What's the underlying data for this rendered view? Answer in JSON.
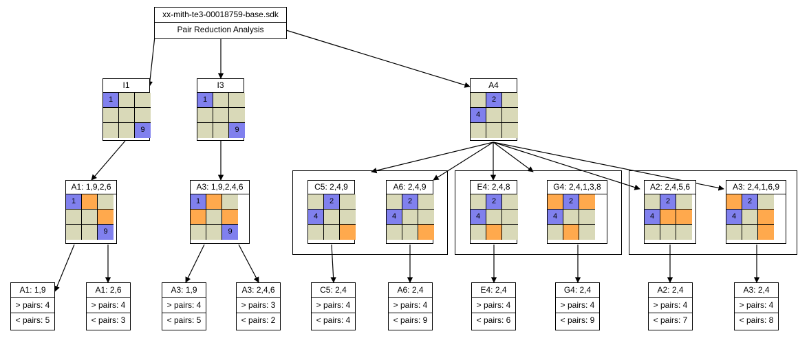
{
  "root": {
    "filename": "xx-mith-te3-00018759-base.sdk",
    "title": "Pair Reduction Analysis"
  },
  "level1": [
    {
      "id": "I1",
      "label": "I1",
      "cells": [
        [
          "1",
          "b"
        ],
        [
          "",
          ""
        ],
        [
          "",
          ""
        ],
        [
          "",
          ""
        ],
        [
          "",
          ""
        ],
        [
          "",
          ""
        ],
        [
          "",
          ""
        ],
        [
          "",
          ""
        ],
        [
          "9",
          "b"
        ]
      ]
    },
    {
      "id": "I3",
      "label": "I3",
      "cells": [
        [
          "1",
          "b"
        ],
        [
          "",
          ""
        ],
        [
          "",
          ""
        ],
        [
          "",
          ""
        ],
        [
          "",
          ""
        ],
        [
          "",
          ""
        ],
        [
          "",
          ""
        ],
        [
          "",
          ""
        ],
        [
          "9",
          "b"
        ]
      ]
    },
    {
      "id": "A4",
      "label": "A4",
      "cells": [
        [
          "",
          ""
        ],
        [
          "2",
          "b"
        ],
        [
          "",
          ""
        ],
        [
          "4",
          "b"
        ],
        [
          "",
          ""
        ],
        [
          "",
          ""
        ],
        [
          "",
          ""
        ],
        [
          "",
          ""
        ],
        [
          "",
          ""
        ]
      ]
    }
  ],
  "level2": [
    {
      "id": "A1",
      "label": "A1: 1,9,2,6",
      "cells": [
        [
          "1",
          "b"
        ],
        [
          "",
          "o"
        ],
        [
          "",
          ""
        ],
        [
          "",
          ""
        ],
        [
          "",
          ""
        ],
        [
          "",
          "o"
        ],
        [
          "",
          ""
        ],
        [
          "",
          ""
        ],
        [
          "9",
          "b"
        ]
      ]
    },
    {
      "id": "A3a",
      "label": "A3: 1,9,2,4,6",
      "cells": [
        [
          "1",
          "b"
        ],
        [
          "",
          "o"
        ],
        [
          "",
          ""
        ],
        [
          "",
          "o"
        ],
        [
          "",
          ""
        ],
        [
          "",
          "o"
        ],
        [
          "",
          ""
        ],
        [
          "",
          ""
        ],
        [
          "9",
          "b"
        ]
      ]
    },
    {
      "id": "C5",
      "label": "C5: 2,4,9",
      "cells": [
        [
          "",
          ""
        ],
        [
          "2",
          "b"
        ],
        [
          "",
          ""
        ],
        [
          "4",
          "b"
        ],
        [
          "",
          ""
        ],
        [
          "",
          ""
        ],
        [
          "",
          ""
        ],
        [
          "",
          ""
        ],
        [
          "",
          "o"
        ]
      ]
    },
    {
      "id": "A6",
      "label": "A6: 2,4,9",
      "cells": [
        [
          "",
          ""
        ],
        [
          "2",
          "b"
        ],
        [
          "",
          ""
        ],
        [
          "4",
          "b"
        ],
        [
          "",
          ""
        ],
        [
          "",
          ""
        ],
        [
          "",
          ""
        ],
        [
          "",
          ""
        ],
        [
          "",
          "o"
        ]
      ]
    },
    {
      "id": "E4",
      "label": "E4: 2,4,8",
      "cells": [
        [
          "",
          ""
        ],
        [
          "2",
          "b"
        ],
        [
          "",
          ""
        ],
        [
          "4",
          "b"
        ],
        [
          "",
          ""
        ],
        [
          "",
          ""
        ],
        [
          "",
          ""
        ],
        [
          "",
          "o"
        ],
        [
          "",
          ""
        ]
      ]
    },
    {
      "id": "G4",
      "label": "G4: 2,4,1,3,8",
      "cells": [
        [
          "",
          "o"
        ],
        [
          "2",
          "b"
        ],
        [
          "",
          "o"
        ],
        [
          "4",
          "b"
        ],
        [
          "",
          ""
        ],
        [
          "",
          ""
        ],
        [
          "",
          ""
        ],
        [
          "",
          "o"
        ],
        [
          "",
          ""
        ]
      ]
    },
    {
      "id": "A2",
      "label": "A2: 2,4,5,6",
      "cells": [
        [
          "",
          ""
        ],
        [
          "2",
          "b"
        ],
        [
          "",
          ""
        ],
        [
          "4",
          "b"
        ],
        [
          "",
          "o"
        ],
        [
          "",
          "o"
        ],
        [
          "",
          ""
        ],
        [
          "",
          ""
        ],
        [
          "",
          ""
        ]
      ]
    },
    {
      "id": "A3b",
      "label": "A3: 2,4,1,6,9",
      "cells": [
        [
          "",
          "o"
        ],
        [
          "2",
          "b"
        ],
        [
          "",
          ""
        ],
        [
          "4",
          "b"
        ],
        [
          "",
          ""
        ],
        [
          "",
          "o"
        ],
        [
          "",
          ""
        ],
        [
          "",
          ""
        ],
        [
          "",
          "o"
        ]
      ]
    }
  ],
  "leaves": [
    {
      "id": "L1",
      "title": "A1: 1,9",
      "gt": "> pairs: 4",
      "lt": "< pairs: 5"
    },
    {
      "id": "L2",
      "title": "A1: 2,6",
      "gt": "> pairs: 4",
      "lt": "< pairs: 3"
    },
    {
      "id": "L3",
      "title": "A3: 1,9",
      "gt": "> pairs: 4",
      "lt": "< pairs: 5"
    },
    {
      "id": "L4",
      "title": "A3: 2,4,6",
      "gt": "> pairs: 3",
      "lt": "< pairs: 2"
    },
    {
      "id": "L5",
      "title": "C5: 2,4",
      "gt": "> pairs: 4",
      "lt": "< pairs: 4"
    },
    {
      "id": "L6",
      "title": "A6: 2,4",
      "gt": "> pairs: 4",
      "lt": "< pairs: 9"
    },
    {
      "id": "L7",
      "title": "E4: 2,4",
      "gt": "> pairs: 4",
      "lt": "< pairs: 6"
    },
    {
      "id": "L8",
      "title": "G4: 2,4",
      "gt": "> pairs: 4",
      "lt": "< pairs: 9"
    },
    {
      "id": "L9",
      "title": "A2: 2,4",
      "gt": "> pairs: 4",
      "lt": "< pairs: 7"
    },
    {
      "id": "L10",
      "title": "A3: 2,4",
      "gt": "> pairs: 4",
      "lt": "< pairs: 8"
    }
  ],
  "colors": {
    "cell": "#d9d9b8",
    "blue": "#8080ee",
    "orange": "#ffa94d",
    "line": "#000000"
  }
}
